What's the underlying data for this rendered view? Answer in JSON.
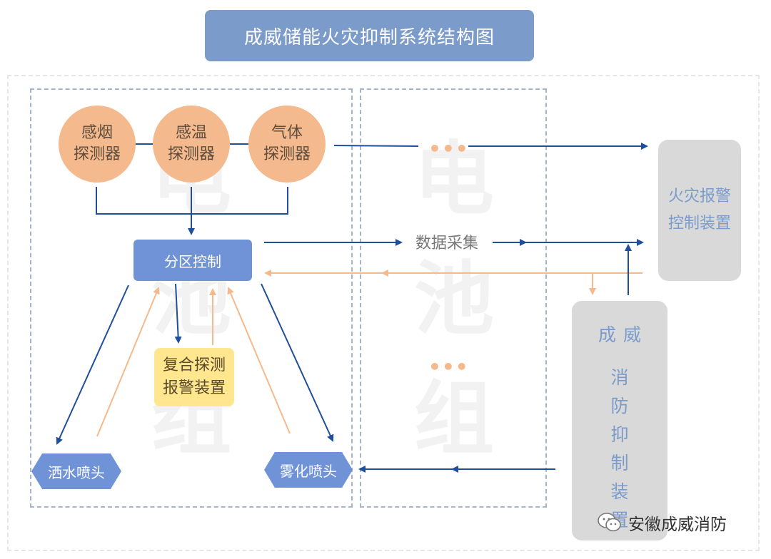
{
  "title": "成威储能火灾抑制系统结构图",
  "watermark": {
    "chars": [
      "电",
      "池",
      "组"
    ]
  },
  "detectors": [
    {
      "line1": "感烟",
      "line2": "探测器"
    },
    {
      "line1": "感温",
      "line2": "探测器"
    },
    {
      "line1": "气体",
      "line2": "探测器"
    }
  ],
  "zone_control": "分区控制",
  "composite_alarm": {
    "line1": "复合探测",
    "line2": "报警装置"
  },
  "sprinkler_label": "洒水喷头",
  "atomizer_label": "雾化喷头",
  "data_collection_label": "数据采集",
  "ellipsis": "•••",
  "alarm_device": {
    "line1": "火灾报警",
    "line2": "控制装置"
  },
  "suppression_device": {
    "title": "成威",
    "chars": [
      "消",
      "防",
      "抑",
      "制",
      "装",
      "置"
    ]
  },
  "brand_name": "安徽成威消防",
  "colors": {
    "blue_arrow": "#1f4e9a",
    "orange_arrow": "#f4b98c",
    "node_blue": "#6f93d6",
    "detector_orange": "#f4b98c"
  }
}
